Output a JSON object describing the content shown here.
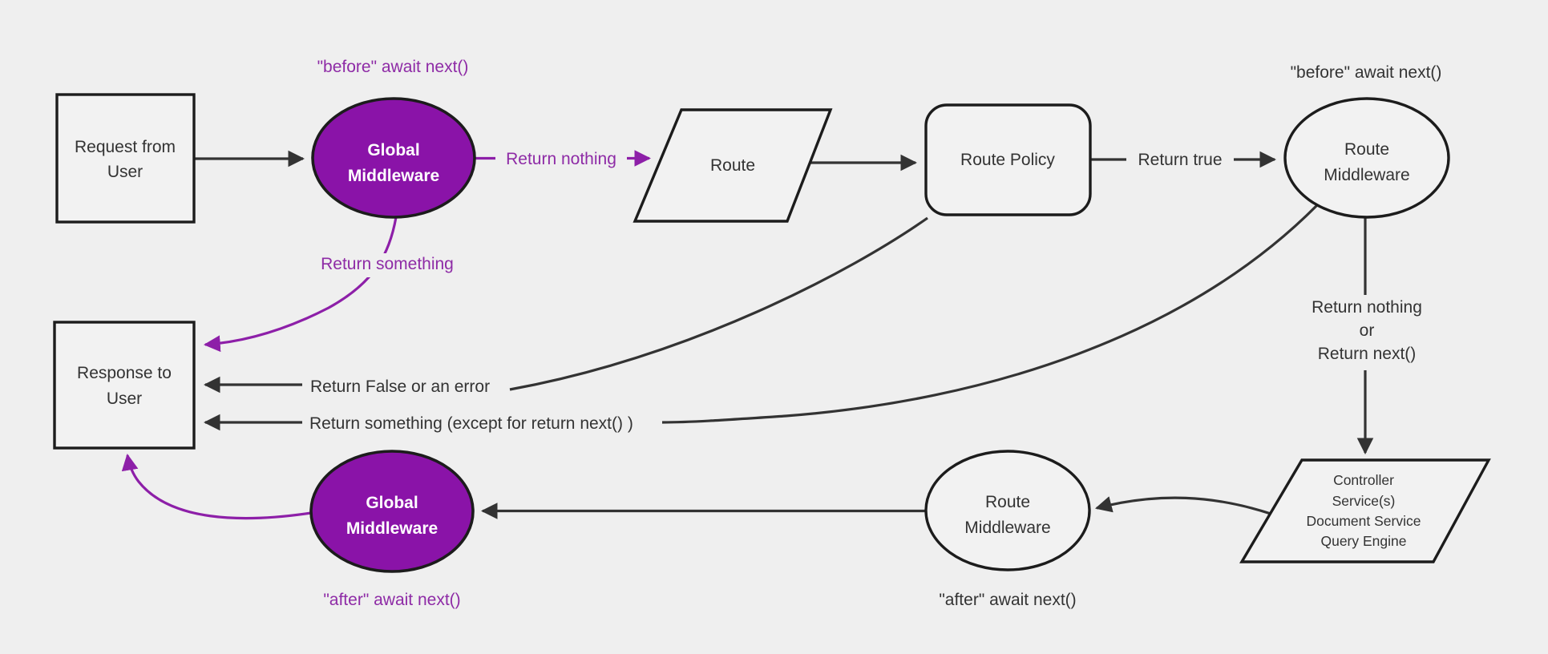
{
  "diagram": {
    "colors": {
      "background": "#efefef",
      "node_fill": "#f2f2f2",
      "node_stroke": "#1c1c1c",
      "purple_fill": "#8a13a8",
      "purple_edge": "#8d1fa8",
      "purple_text": "#8e2ba6",
      "edge": "#333333",
      "text": "#333333"
    },
    "nodes": {
      "request": {
        "lines": [
          "Request from",
          "User"
        ]
      },
      "global_mw_top": {
        "lines": [
          "Global",
          "Middleware"
        ]
      },
      "route": {
        "lines": [
          "Route"
        ]
      },
      "route_policy": {
        "lines": [
          "Route Policy"
        ]
      },
      "route_mw_top": {
        "lines": [
          "Route",
          "Middleware"
        ]
      },
      "controller": {
        "lines": [
          "Controller",
          "Service(s)",
          "Document Service",
          "Query Engine"
        ]
      },
      "route_mw_bottom": {
        "lines": [
          "Route",
          "Middleware"
        ]
      },
      "global_mw_bottom": {
        "lines": [
          "Global",
          "Middleware"
        ]
      },
      "response": {
        "lines": [
          "Response to",
          "User"
        ]
      }
    },
    "labels": {
      "before_global": "\"before\" await next()",
      "before_route": "\"before\" await next()",
      "after_route": "\"after\" await next()",
      "after_global": "\"after\" await next()",
      "return_nothing": "Return nothing",
      "return_true": "Return true",
      "return_something": "Return something",
      "return_nothing_or": {
        "lines": [
          "Return nothing",
          "or",
          "Return next()"
        ]
      },
      "return_false": "Return False or an error",
      "return_something_except": "Return something (except for return next() )"
    }
  }
}
